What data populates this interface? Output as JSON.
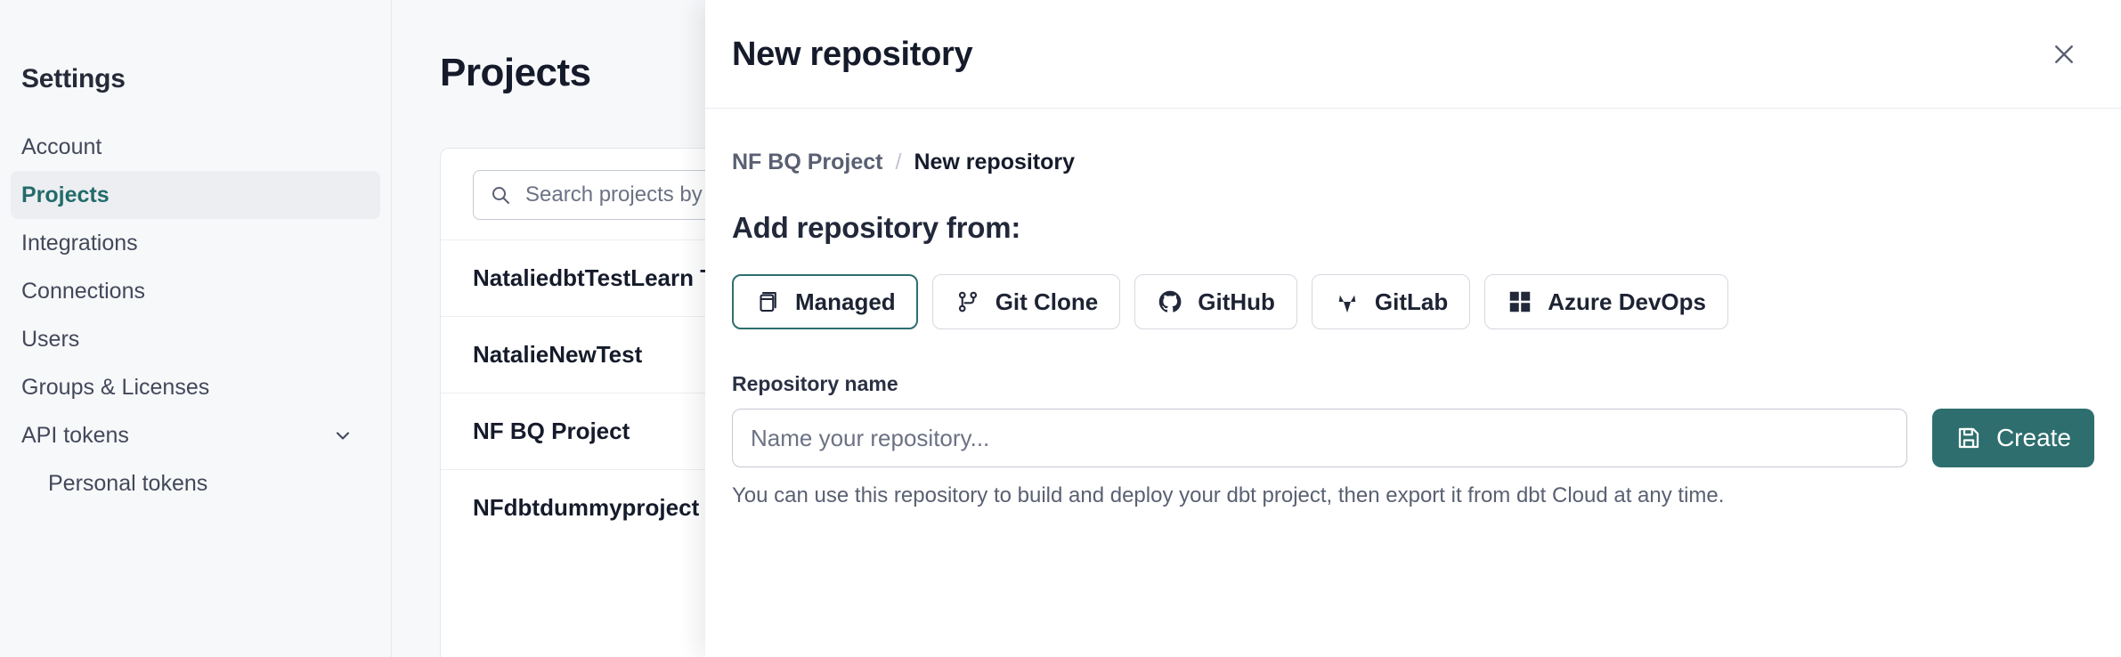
{
  "sidebar": {
    "title": "Settings",
    "items": [
      {
        "label": "Account",
        "active": false,
        "sub": false,
        "icon": null
      },
      {
        "label": "Projects",
        "active": true,
        "sub": false,
        "icon": null
      },
      {
        "label": "Integrations",
        "active": false,
        "sub": false,
        "icon": null
      },
      {
        "label": "Connections",
        "active": false,
        "sub": false,
        "icon": null
      },
      {
        "label": "Users",
        "active": false,
        "sub": false,
        "icon": null
      },
      {
        "label": "Groups & Licenses",
        "active": false,
        "sub": false,
        "icon": null
      },
      {
        "label": "API tokens",
        "active": false,
        "sub": false,
        "icon": "chevron-down-icon"
      },
      {
        "label": "Personal tokens",
        "active": false,
        "sub": true,
        "icon": null
      }
    ]
  },
  "main": {
    "page_title": "Projects",
    "search": {
      "icon": "search-icon",
      "placeholder": "Search projects by name...",
      "value": ""
    },
    "projects": [
      {
        "name": "NataliedbtTestLearn Test"
      },
      {
        "name": "NatalieNewTest"
      },
      {
        "name": "NF BQ Project"
      },
      {
        "name": "NFdbtdummyproject"
      }
    ]
  },
  "modal": {
    "title": "New repository",
    "close_icon": "close-icon",
    "breadcrumb": {
      "parent": "NF BQ Project",
      "separator": "/",
      "current": "New repository"
    },
    "section_heading": "Add repository from:",
    "source_tabs": [
      {
        "label": "Managed",
        "icon": "database-icon",
        "selected": true
      },
      {
        "label": "Git Clone",
        "icon": "git-branch-icon",
        "selected": false
      },
      {
        "label": "GitHub",
        "icon": "github-icon",
        "selected": false
      },
      {
        "label": "GitLab",
        "icon": "gitlab-icon",
        "selected": false
      },
      {
        "label": "Azure DevOps",
        "icon": "azure-grid-icon",
        "selected": false
      }
    ],
    "repository_name": {
      "label": "Repository name",
      "placeholder": "Name your repository...",
      "value": ""
    },
    "help_text": "You can use this repository to build and deploy your dbt project, then export it from dbt Cloud at any time.",
    "create_button": {
      "label": "Create",
      "icon": "save-icon"
    }
  },
  "colors": {
    "accent": "#2e6e6e",
    "page_bg": "#f7f8fa",
    "panel_bg": "#ffffff",
    "text_primary": "#161b2b",
    "text_muted": "#5a6072",
    "border": "#e6e8ec"
  }
}
